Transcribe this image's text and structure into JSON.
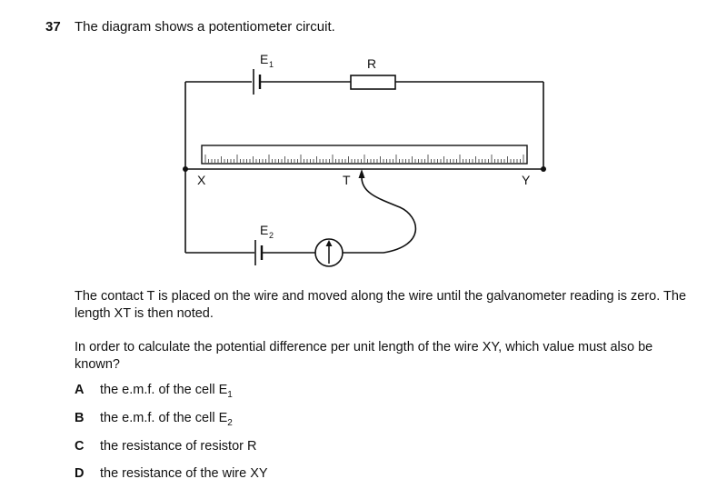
{
  "question": {
    "number": "37",
    "text": "The diagram shows a potentiometer circuit."
  },
  "diagram": {
    "labels": {
      "e1_main": "E",
      "e1_sub": "1",
      "r": "R",
      "x": "X",
      "t": "T",
      "y": "Y",
      "e2_main": "E",
      "e2_sub": "2"
    }
  },
  "paragraphs": {
    "p1": "The contact T is placed on the wire and moved along the wire until the galvanometer reading is zero. The length XT is then noted.",
    "p2": "In order to calculate the potential difference per unit length of the wire XY, which value must also be known?"
  },
  "options": [
    {
      "letter": "A",
      "text": "the e.m.f. of the cell E",
      "sub": "1"
    },
    {
      "letter": "B",
      "text": "the e.m.f. of the cell E",
      "sub": "2"
    },
    {
      "letter": "C",
      "text": "the resistance of resistor R",
      "sub": ""
    },
    {
      "letter": "D",
      "text": "the resistance of the wire XY",
      "sub": ""
    }
  ]
}
